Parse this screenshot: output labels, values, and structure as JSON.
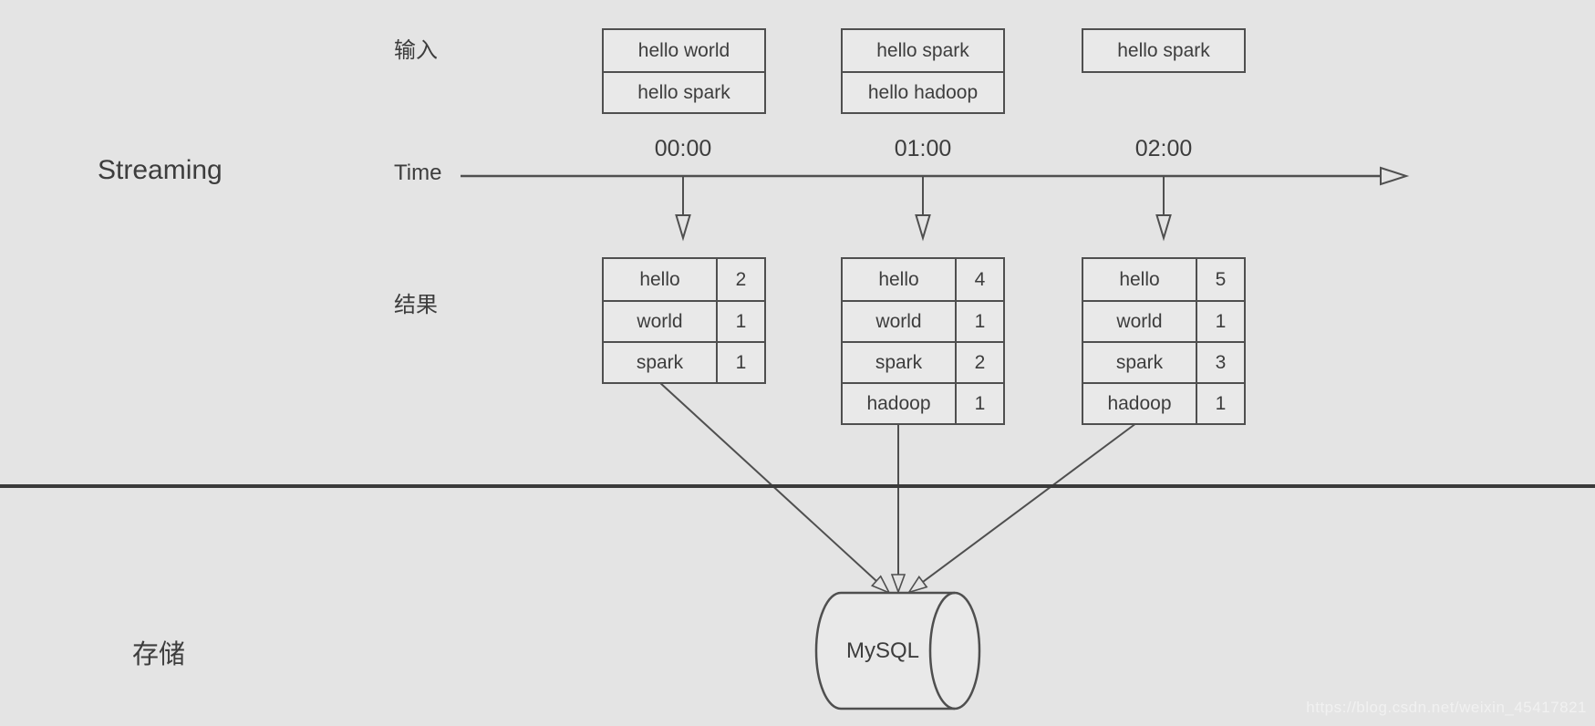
{
  "colors": {
    "background": "#e4e4e4",
    "box_fill": "#e9e9e9",
    "stroke": "#4f4f4f",
    "text": "#3d3d3d",
    "section_divider": "#3a3a3a",
    "watermark_text": "#f1f1f1"
  },
  "labels": {
    "input": "输入",
    "streaming": "Streaming",
    "time": "Time",
    "result": "结果",
    "storage": "存储"
  },
  "timeline": {
    "ticks": [
      "00:00",
      "01:00",
      "02:00"
    ]
  },
  "inputs": [
    {
      "lines": [
        "hello world",
        "hello spark"
      ]
    },
    {
      "lines": [
        "hello spark",
        "hello hadoop"
      ]
    },
    {
      "lines": [
        "hello spark"
      ]
    }
  ],
  "results": [
    {
      "rows": [
        [
          "hello",
          "2"
        ],
        [
          "world",
          "1"
        ],
        [
          "spark",
          "1"
        ]
      ]
    },
    {
      "rows": [
        [
          "hello",
          "4"
        ],
        [
          "world",
          "1"
        ],
        [
          "spark",
          "2"
        ],
        [
          "hadoop",
          "1"
        ]
      ]
    },
    {
      "rows": [
        [
          "hello",
          "5"
        ],
        [
          "world",
          "1"
        ],
        [
          "spark",
          "3"
        ],
        [
          "hadoop",
          "1"
        ]
      ]
    }
  ],
  "storage": {
    "database": "MySQL"
  },
  "watermark": {
    "text": "https://blog.csdn.net/weixin_45417821"
  }
}
